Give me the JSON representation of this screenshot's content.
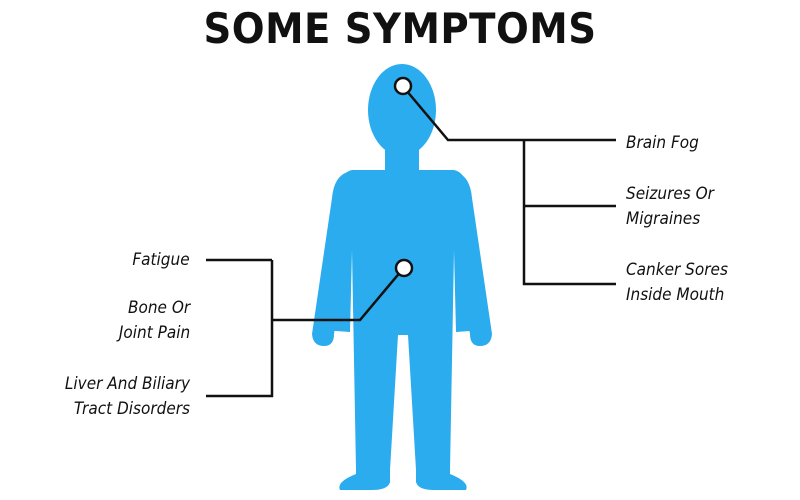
{
  "title": "SOME SYMPTOMS",
  "colors": {
    "body": "#2aacee",
    "line": "#111111",
    "background": "#ffffff"
  },
  "labels_right": [
    {
      "lines": [
        "Brain Fog"
      ]
    },
    {
      "lines": [
        "Seizures Or",
        "Migraines"
      ]
    },
    {
      "lines": [
        "Canker Sores",
        "Inside Mouth"
      ]
    }
  ],
  "labels_left": [
    {
      "lines": [
        "Fatigue"
      ]
    },
    {
      "lines": [
        "Bone Or",
        "Joint Pain"
      ]
    },
    {
      "lines": [
        "Liver And Biliary",
        "Tract Disorders"
      ]
    }
  ]
}
